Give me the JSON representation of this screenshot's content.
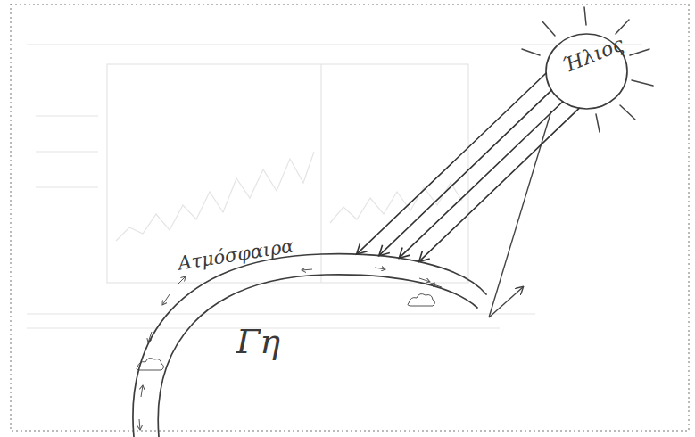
{
  "diagram": {
    "nodes": [
      {
        "text": [
          "Ήλιος"
        ]
      },
      {
        "text": [
          "Ατμόσφαιρα"
        ]
      },
      {
        "text": [
          "Γη"
        ],
        "in": 1
      }
    ],
    "edges": [
      {
        "from": 0,
        "to": 1,
        "arrow": "to"
      },
      {
        "from": 0,
        "to": 1,
        "arrow": "to"
      },
      {
        "from": 0,
        "to": 1,
        "arrow": "to"
      },
      {
        "from": 0,
        "to": 1,
        "arrow": "to"
      }
    ]
  }
}
